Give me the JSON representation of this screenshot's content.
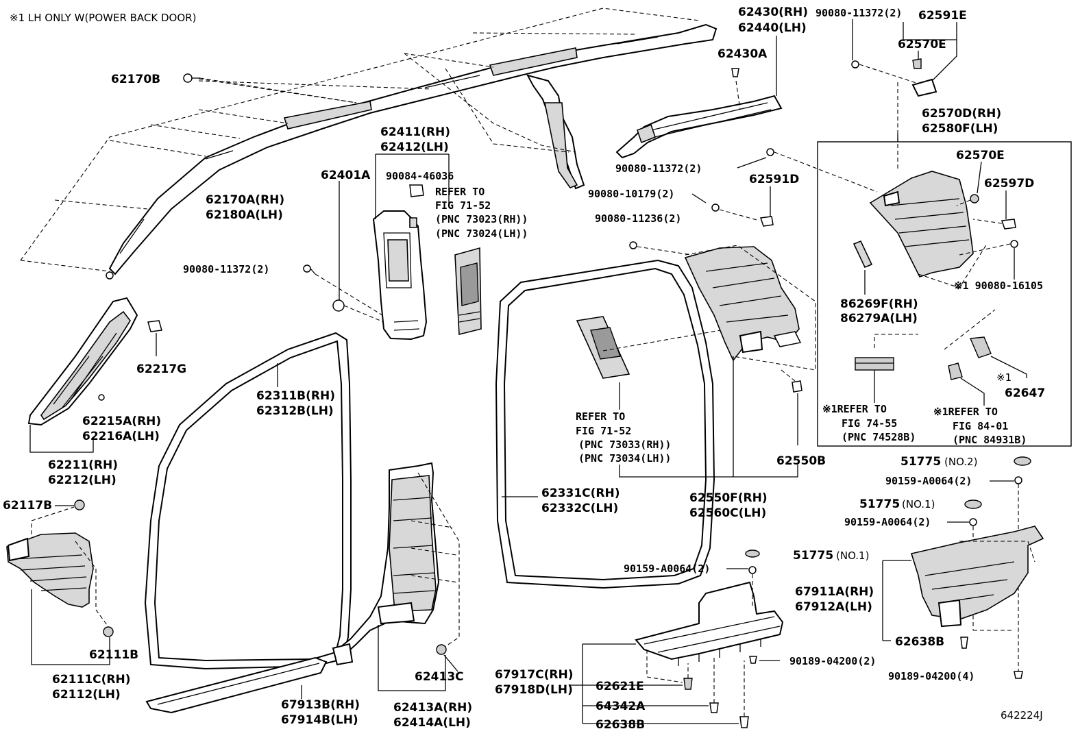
{
  "note": "※1  LH ONLY W(POWER BACK DOOR)",
  "figure_id": "642224J",
  "labels": {
    "l62430RH": "62430(RH)",
    "l62440LH": "62440(LH)",
    "l90080_11372_top": "90080-11372(2)",
    "l62591E": "62591E",
    "l62570E_top": "62570E",
    "l62430A": "62430A",
    "l62170B": "62170B",
    "l62570D": "62570D(RH)",
    "l62580F": "62580F(LH)",
    "l62411": "62411(RH)",
    "l62412": "62412(LH)",
    "l90084": "90084-46036",
    "l62401A": "62401A",
    "l90080_11372_mid": "90080-11372(2)",
    "l62570E_box": "62570E",
    "l62591D": "62591D",
    "l62597D": "62597D",
    "l90080_10179": "90080-10179(2)",
    "l90080_11236": "90080-11236(2)",
    "l62170A": "62170A(RH)",
    "l62180A": "62180A(LH)",
    "refer_71_52a_1": "REFER TO",
    "refer_71_52a_2": "FIG 71-52",
    "refer_71_52a_3": "(PNC 73023(RH))",
    "refer_71_52a_4": "(PNC 73024(LH))",
    "l90080_11372_left": "90080-11372(2)",
    "l90080_16105": "※1 90080-16105",
    "l86269F": "86269F(RH)",
    "l86279A": "86279A(LH)",
    "l62217G": "62217G",
    "l62311B": "62311B(RH)",
    "l62312B": "62312B(LH)",
    "l62215A": "62215A(RH)",
    "l62216A": "62216A(LH)",
    "l62211": "62211(RH)",
    "l62212": "62212(LH)",
    "refer_71_52b_1": "REFER TO",
    "refer_71_52b_2": "FIG 71-52",
    "refer_71_52b_3": "(PNC 73033(RH))",
    "refer_71_52b_4": "(PNC 73034(LH))",
    "l62550B": "62550B",
    "mark1": "※1",
    "l62647": "62647",
    "refer_74_55_1": "※1REFER TO",
    "refer_74_55_2": "FIG 74-55",
    "refer_74_55_3": "(PNC 74528B)",
    "refer_84_01_1": "※1REFER TO",
    "refer_84_01_2": "FIG 84-01",
    "refer_84_01_3": "(PNC 84931B)",
    "l51775_no2": "51775",
    "l51775_no2_sfx": "(NO.2)",
    "l90159_a": "90159-A0064(2)",
    "l51775_no1a": "51775",
    "l51775_no1a_sfx": "(NO.1)",
    "l90159_b": "90159-A0064(2)",
    "l62117B": "62117B",
    "l62331C": "62331C(RH)",
    "l62332C": "62332C(LH)",
    "l62550F": "62550F(RH)",
    "l62560C": "62560C(LH)",
    "l51775_no1b": "51775",
    "l51775_no1b_sfx": "(NO.1)",
    "l90159_c": "90159-A0064(2)",
    "l67911A": "67911A(RH)",
    "l67912A": "67912A(LH)",
    "l62111B": "62111B",
    "l62111C": "62111C(RH)",
    "l62112": "62112(LH)",
    "l62638B_r": "62638B",
    "l62413C": "62413C",
    "l90189_2": "90189-04200(2)",
    "l67917C": "67917C(RH)",
    "l67918D": "67918D(LH)",
    "l62621E": "62621E",
    "l90189_4": "90189-04200(4)",
    "l67913B": "67913B(RH)",
    "l67914B": "67914B(LH)",
    "l62413A": "62413A(RH)",
    "l62414A": "62414A(LH)",
    "l64342A": "64342A",
    "l62638B_b": "62638B"
  }
}
